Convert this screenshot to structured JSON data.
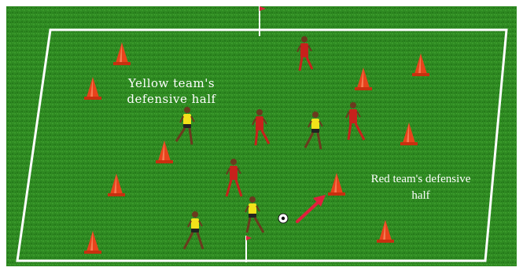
{
  "labels": {
    "yellow_half_line1": "Yellow team's",
    "yellow_half_line2": "defensive half",
    "red_half_line1": "Red team's defensive",
    "red_half_line2": "half"
  },
  "colors": {
    "grass": "#2f8a22",
    "lines": "#ffffff",
    "cone": "#e8431c",
    "red_team": "#c8211c",
    "yellow_team": "#f2e21a",
    "arrow": "#e0203c"
  },
  "icons": {
    "cone": "cone-icon",
    "player": "player-icon",
    "ball": "soccer-ball-icon",
    "flag": "corner-flag-icon",
    "arrow": "arrow-icon"
  }
}
